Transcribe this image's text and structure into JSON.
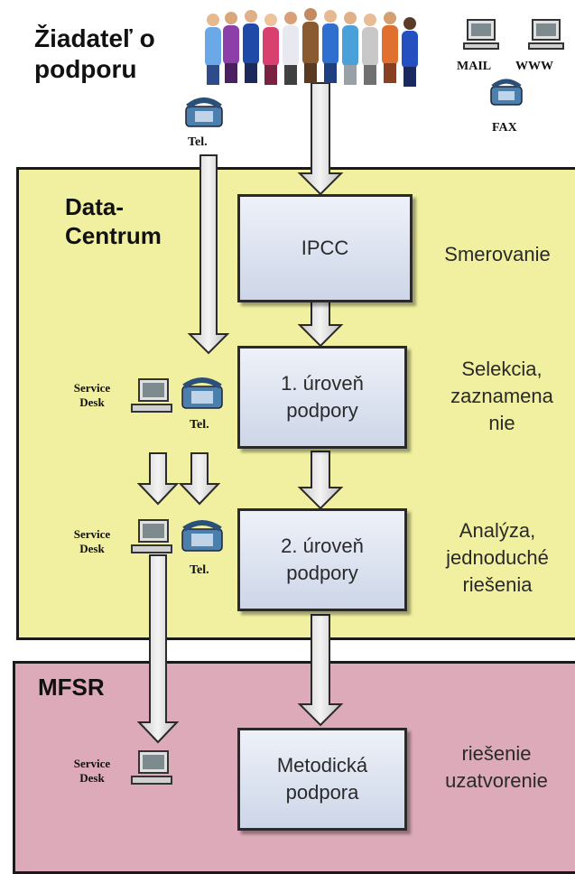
{
  "requester": {
    "title": "Žiadateľ o podporu"
  },
  "channels": {
    "mail": "MAIL",
    "www": "WWW",
    "fax": "FAX",
    "tel": "Tel."
  },
  "datacentrum": {
    "title": "Data-Centrum",
    "ipcc": {
      "label": "IPCC",
      "side": "Smerovanie"
    },
    "level1": {
      "label": "1. úroveň podpory",
      "side": "Selekcia, zaznamena nie"
    },
    "level2": {
      "label": "2. úroveň podpory",
      "side": "Analýza, jednoduché riešenia"
    },
    "service_desk": "Service Desk",
    "tel": "Tel."
  },
  "mfsr": {
    "title": "MFSR",
    "method": {
      "label": "Metodická podpora",
      "side": "riešenie uzatvorenie"
    },
    "service_desk": "Service Desk"
  },
  "people_count": 11,
  "colors": {
    "datacentrum_bg": "#f0f0a0",
    "mfsr_bg": "#dcaab8",
    "box": "#cdd6e8"
  }
}
